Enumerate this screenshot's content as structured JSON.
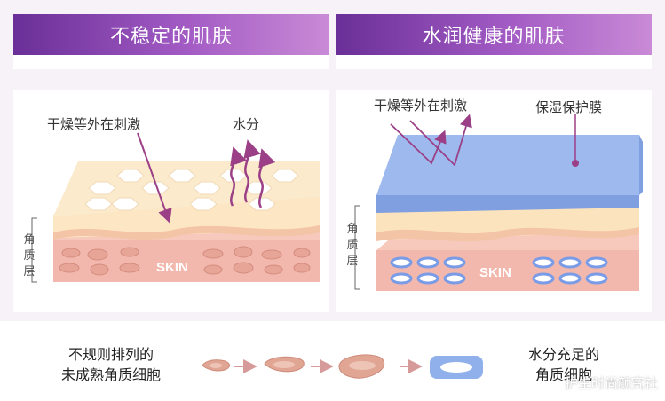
{
  "left_panel": {
    "title": "不稳定的肌肤",
    "label_irritation": "干燥等外在刺激",
    "label_moisture": "水分",
    "side_label": "角质层",
    "skin_label": "SKIN"
  },
  "right_panel": {
    "title": "水润健康的肌肤",
    "label_irritation": "干燥等外在刺激",
    "label_membrane": "保湿保护膜",
    "side_label": "角质层",
    "skin_label": "SKIN"
  },
  "bottom": {
    "left_caption_line1": "不规则排列的",
    "left_caption_line2": "未成熟角质细胞",
    "right_caption_line1": "水分充足的",
    "right_caption_line2": "角质细胞"
  },
  "watermark": "护生时尚颜究社",
  "colors": {
    "header_start": "#6a2f98",
    "header_end": "#c98ad6",
    "skin_pink": "#f3b8ad",
    "skin_cream": "#fbe3bd",
    "membrane_blue": "#8fb0ea",
    "arrow_purple": "#9b3f86"
  }
}
